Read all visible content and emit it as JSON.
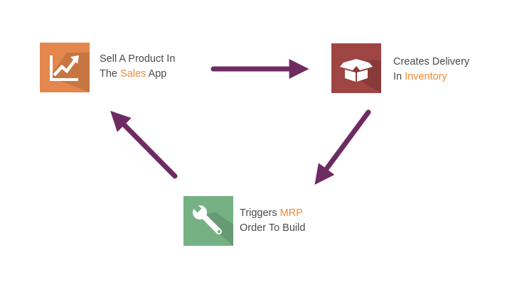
{
  "colors": {
    "arrow": "#6e2b62",
    "sales_tile": "#e3874c",
    "inventory_tile": "#9f4543",
    "mrp_tile": "#76b184",
    "text": "#4a4a4a",
    "highlight": "#ef8a36"
  },
  "nodes": {
    "sales": {
      "icon": "rising-chart-icon",
      "line1": "Sell A Product In",
      "line2_pre": "The ",
      "line2_highlight": "Sales",
      "line2_post": " App"
    },
    "inventory": {
      "icon": "open-box-icon",
      "line1": "Creates Delivery",
      "line2_pre": "In ",
      "line2_highlight": "Inventory",
      "line2_post": ""
    },
    "mrp": {
      "icon": "wrench-icon",
      "line1_pre": "Triggers ",
      "line1_highlight": "MRP",
      "line2": "Order To Build"
    }
  },
  "edges": [
    {
      "from": "sales",
      "to": "inventory"
    },
    {
      "from": "inventory",
      "to": "mrp"
    },
    {
      "from": "mrp",
      "to": "sales"
    }
  ]
}
